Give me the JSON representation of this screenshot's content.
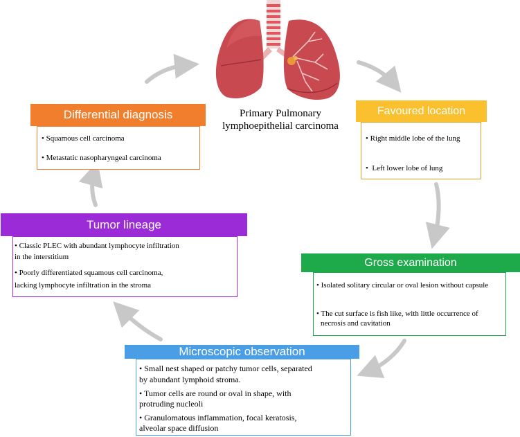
{
  "center": {
    "title_line1": "Primary Pulmonary",
    "title_line2": "lymphoepithelial carcinoma"
  },
  "sections": {
    "favoured_location": {
      "header": "Favoured location",
      "color": "#FBC02D",
      "items": [
        "Right middle lobe of the lung",
        "Left lower lobe of lung"
      ]
    },
    "gross_examination": {
      "header": "Gross examination",
      "color": "#1EAA4B",
      "items": [
        "Isolated solitary circular or oval lesion without capsule",
        "The cut surface is fish like, with little occurrence of",
        "necrosis and cavitation"
      ]
    },
    "microscopic_observation": {
      "header": "Microscopic observation",
      "color": "#4A9EE6",
      "items": [
        "Small nest shaped or patchy tumor cells, separated",
        "by abundant lymphoid stroma.",
        "Tumor cells are round or oval in shape, with",
        "protruding nucleoli",
        "Granulomatous inflammation, focal keratosis,",
        "alveolar space diffusion"
      ]
    },
    "tumor_lineage": {
      "header": "Tumor lineage",
      "color": "#9B2BD6",
      "items": [
        "Classic PLEC with abundant lymphocyte infiltration",
        "in the   interstitium",
        "Poorly differentiated squamous cell carcinoma,",
        "lacking lymphocyte infiltration in the stroma"
      ]
    },
    "differential_diagnosis": {
      "header": "Differential diagnosis",
      "color": "#F07E2C",
      "items": [
        "Squamous cell carcinoma",
        "Metastatic nasopharyngeal carcinoma"
      ]
    }
  },
  "bullet": "•",
  "icons": {
    "center_image": "lungs-icon",
    "cycle_arrows": "curved-arrow-icon"
  }
}
